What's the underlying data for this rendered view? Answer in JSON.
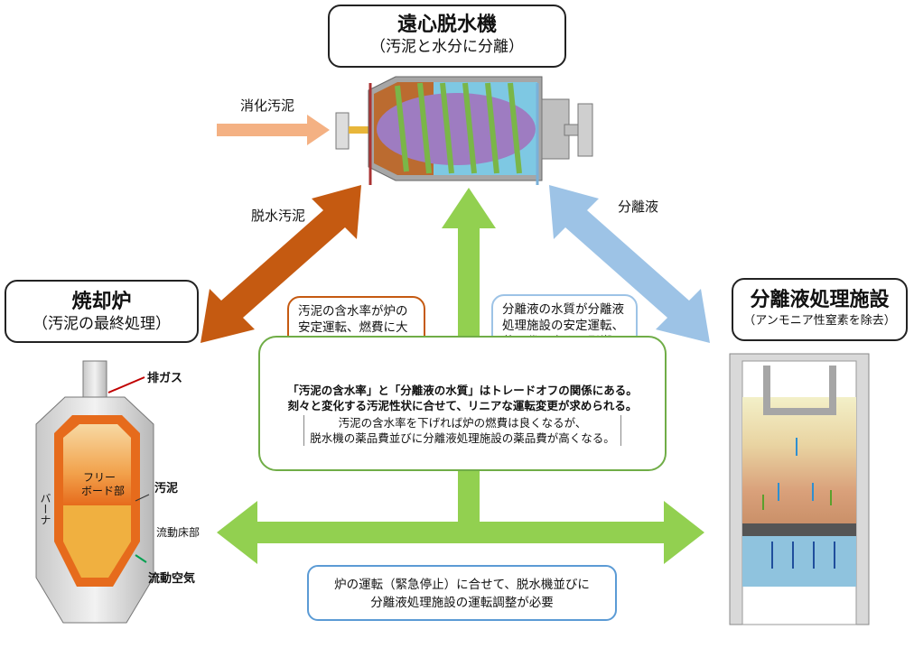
{
  "centrifuge": {
    "title": "遠心脱水機",
    "subtitle": "（汚泥と水分に分離）"
  },
  "incinerator": {
    "title": "焼却炉",
    "subtitle": "（汚泥の最終処理）"
  },
  "treatment": {
    "title": "分離液処理施設",
    "subtitle": "（アンモニア性窒素を除去）"
  },
  "flows": {
    "digested_sludge": "消化汚泥",
    "dewatered_sludge": "脱水汚泥",
    "separated_liquid": "分離液"
  },
  "bubble_left": "汚泥の含水率が炉の安定運転、燃費に大きく影響する。",
  "bubble_right": "分離液の水質が分離液処理施設の安定運転、薬品代に大きく影響する。",
  "center": {
    "line1": "「汚泥の含水率」と「分離液の水質」はトレードオフの関係にある。",
    "line2": "刻々と変化する汚泥性状に合せて、リニアな運転変更が求められる。",
    "note1": "汚泥の含水率を下げれば炉の燃費は良くなるが、",
    "note2": "脱水機の薬品費並びに分離液処理施設の薬品費が高くなる。"
  },
  "bottom": {
    "line1": "炉の運転（緊急停止）に合せて、脱水機並びに",
    "line2": "分離液処理施設の運転調整が必要"
  },
  "furnace_labels": {
    "exhaust": "排ガス",
    "freeboard_1": "フリー",
    "freeboard_2": "ボード部",
    "sludge": "汚泥",
    "burner": "バーナ",
    "fluid_bed": "流動床部",
    "fluid_air": "流動空気"
  },
  "colors": {
    "dewatered_arrow": "#c55a11",
    "liquid_arrow": "#9dc3e6",
    "green_arrow": "#92d050",
    "digested_arrow": "#f4b183",
    "bubble_left_border": "#c55a11",
    "bubble_right_border": "#9dc3e6",
    "center_border": "#70ad47",
    "bottom_border": "#5b9bd5"
  }
}
